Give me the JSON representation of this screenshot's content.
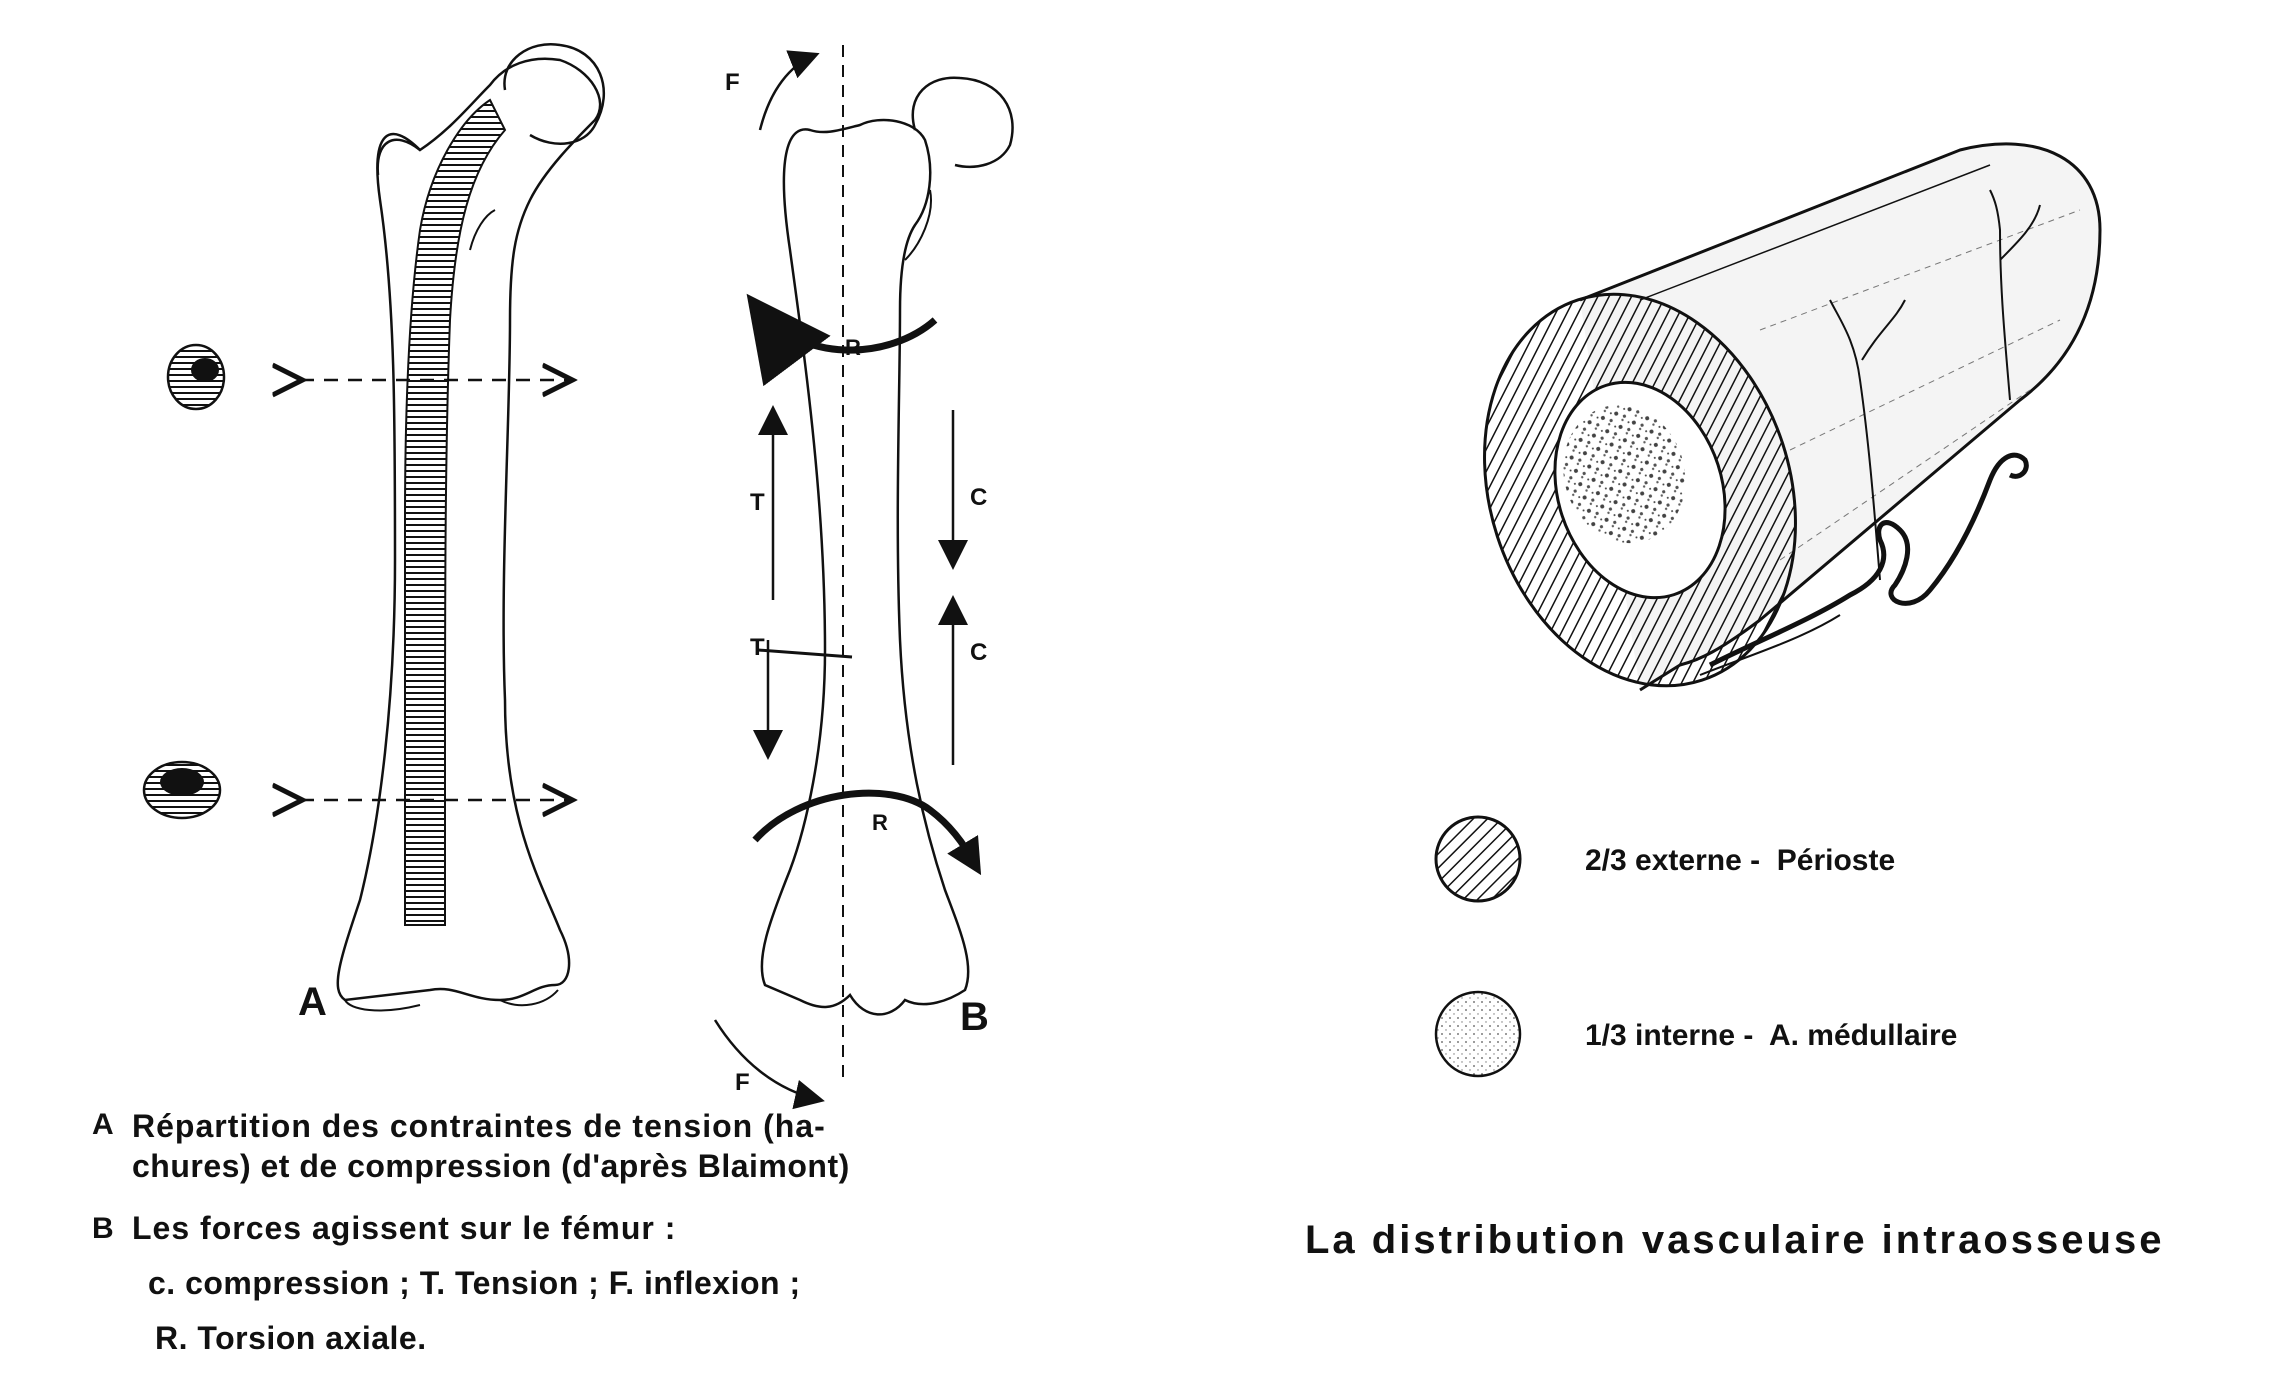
{
  "figure_a": {
    "label": "A"
  },
  "figure_b": {
    "label": "B",
    "forces": {
      "F_top": "F",
      "F_bottom": "F",
      "R_top": "R",
      "R_bottom": "R",
      "T_upper": "T",
      "T_lower": "T",
      "C_upper": "C",
      "C_lower": "C"
    }
  },
  "caption_left": {
    "a_marker": "A",
    "a_line1": "Répartition des contraintes de tension (ha-",
    "a_line2": "chures) et de compression (d'après Blaimont)",
    "b_marker": "B",
    "b_line1": "Les forces agissent sur le fémur :",
    "b_line2": "c. compression ; T. Tension ; F. inflexion ;",
    "b_line3": "R. Torsion axiale."
  },
  "legend": {
    "external": "2/3 externe -  Périoste",
    "internal": "1/3 interne -  A. médullaire"
  },
  "right_title": "La distribution vasculaire intraosseuse"
}
